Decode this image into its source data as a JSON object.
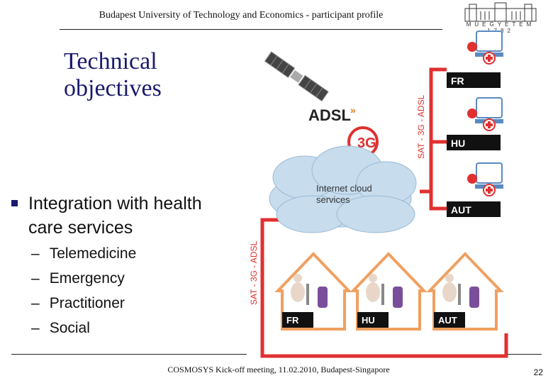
{
  "header": {
    "title": "Budapest University of Technology and Economics  -   participant profile",
    "logo_text": "MŰEGYETEM 1782"
  },
  "slide": {
    "title_line1": "Technical",
    "title_line2": "objectives",
    "bullet": "Integration with health care services",
    "sub_items": [
      "Telemedicine",
      "Emergency",
      "Practitioner",
      "Social"
    ]
  },
  "diagram": {
    "adsl_label": "ADSL",
    "three_g_label": "3G",
    "cloud_label_line1": "Internet cloud",
    "cloud_label_line2": "services",
    "link_label": "SAT - 3G - ADSL",
    "countries": [
      "FR",
      "HU",
      "AUT"
    ],
    "colors": {
      "link": "#e03030",
      "house": "#f0a060",
      "cloud": "#c7dced",
      "label_bg": "#111111"
    }
  },
  "footer": {
    "text": "COSMOSYS Kick-off meeting, 11.02.2010,  Budapest-Singapore",
    "page": "22"
  }
}
